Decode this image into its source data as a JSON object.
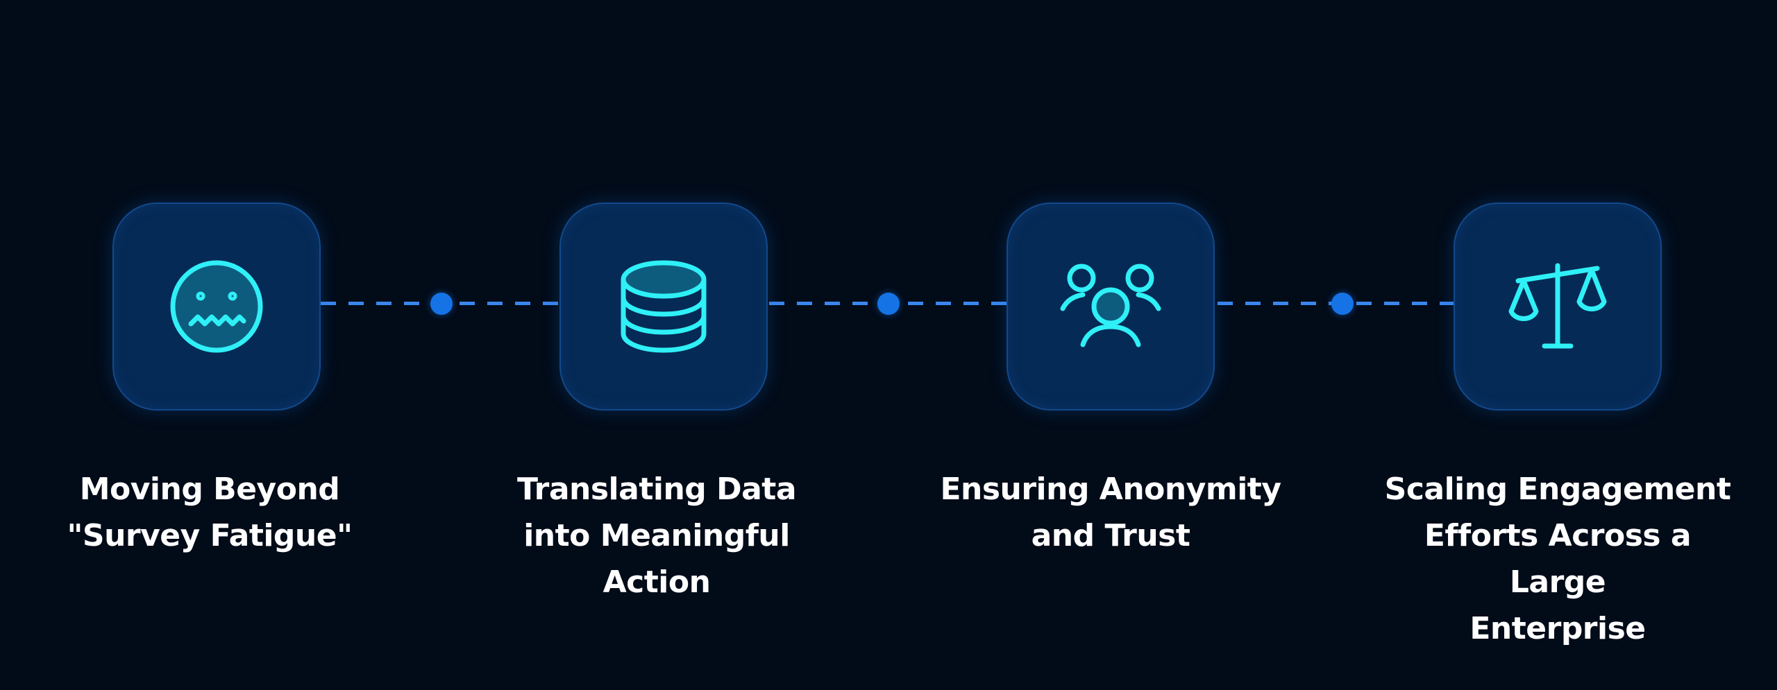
{
  "steps": [
    {
      "icon": "grimace-face-icon",
      "lines": [
        "Moving Beyond",
        "\"Survey Fatigue\""
      ]
    },
    {
      "icon": "database-icon",
      "lines": [
        "Translating Data",
        "into Meaningful",
        "Action"
      ]
    },
    {
      "icon": "users-group-icon",
      "lines": [
        "Ensuring Anonymity",
        "and Trust"
      ]
    },
    {
      "icon": "scale-balance-icon",
      "lines": [
        "Scaling Engagement",
        "Efforts Across a Large",
        "Enterprise"
      ]
    }
  ],
  "colors": {
    "background": "#020b18",
    "card": "#062a56",
    "card_border": "#12498a",
    "icon_stroke": "#2ff0f6",
    "connector": "#3a86ee",
    "dot": "#1573e6",
    "text": "#ffffff"
  }
}
